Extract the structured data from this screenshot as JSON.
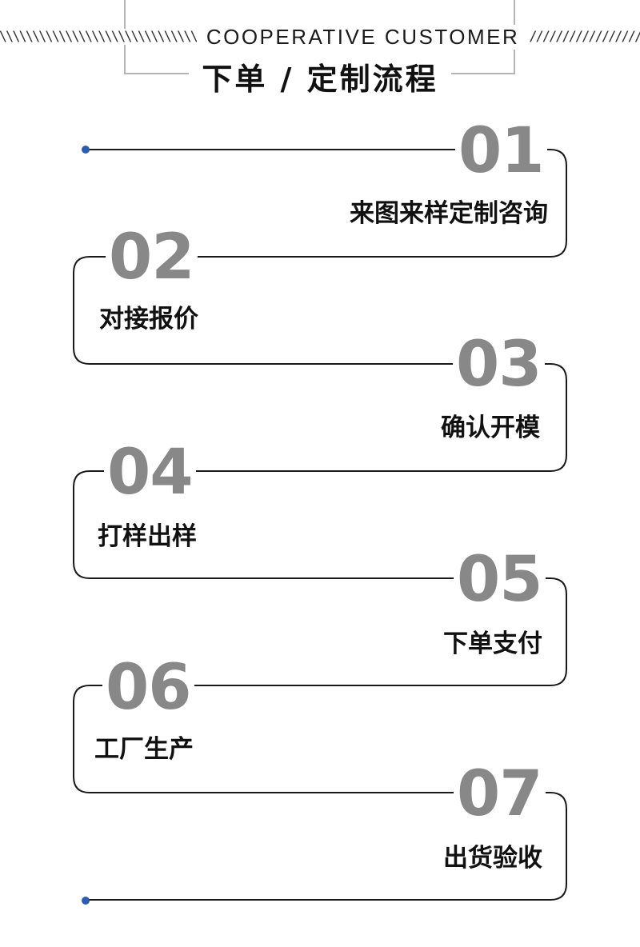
{
  "header": {
    "left_hatch": "\\\\\\\\\\\\\\\\\\\\\\\\\\\\\\\\\\\\\\\\\\\\\\\\\\\\\\\\\\\\\\\\\\\\",
    "subtitle": "COOPERATIVE CUSTOMER",
    "right_hatch": "/////////////////////",
    "title": "下单 / 定制流程"
  },
  "colors": {
    "accent_dot": "#2b5cad",
    "number": "#888888",
    "line": "#1a1a1a"
  },
  "steps": [
    {
      "number": "01",
      "label": "来图来样定制咨询"
    },
    {
      "number": "02",
      "label": "对接报价"
    },
    {
      "number": "03",
      "label": "确认开模"
    },
    {
      "number": "04",
      "label": "打样出样"
    },
    {
      "number": "05",
      "label": "下单支付"
    },
    {
      "number": "06",
      "label": "工厂生产"
    },
    {
      "number": "07",
      "label": "出货验收"
    }
  ]
}
